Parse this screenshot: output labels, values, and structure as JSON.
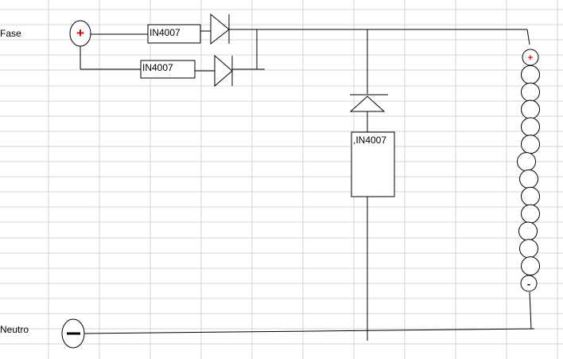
{
  "labels": {
    "phase": "Fase",
    "neutral": "Neutro"
  },
  "terminals": {
    "positive_symbol": "+",
    "negative_symbol": "−"
  },
  "diodes": {
    "top_label": "IN4007",
    "bottom_label": "IN4007",
    "vertical_label": ",IN4007"
  },
  "led_chain": {
    "top_symbol": "+",
    "bottom_symbol": "-",
    "count": 14
  },
  "colors": {
    "positive": "#e00000",
    "negative": "#000000",
    "grid": "#d4d4d4",
    "wire": "#000000"
  }
}
